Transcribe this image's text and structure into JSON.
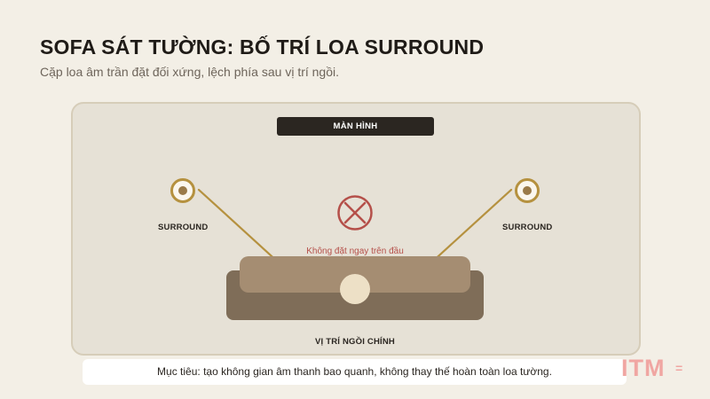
{
  "header": {
    "title": "SOFA SÁT TƯỜNG: BỐ TRÍ LOA SURROUND",
    "subtitle": "Cặp loa âm trần đặt đối xứng, lệch phía sau vị trí ngồi."
  },
  "diagram": {
    "screen_label": "MÀN HÌNH",
    "speakers": [
      {
        "label": "SURROUND",
        "side": "left"
      },
      {
        "label": "SURROUND",
        "side": "right"
      }
    ],
    "warning_text": "Không đặt ngay trên đầu",
    "seat_label": "VỊ TRÍ NGỒI CHÍNH"
  },
  "footer": {
    "goal_text": "Mục tiêu: tạo không gian âm thanh bao quanh, không thay thế hoàn toàn loa tường."
  },
  "watermark": {
    "text": "ITM",
    "mark": "="
  },
  "colors": {
    "background": "#f3efe6",
    "room_fill": "#e6e1d6",
    "room_border": "#d6cdb9",
    "screen_bar": "#2b2621",
    "speaker_ring": "#b5913f",
    "speaker_center": "#9a7a48",
    "sound_line": "#b5913f",
    "warning": "#b5504a",
    "sofa_base": "#7f6d58",
    "sofa_back": "#a58d72",
    "listener": "#ede0c6",
    "watermark": "#f0a6a2"
  },
  "icons": {
    "speaker": "ceiling-speaker-icon",
    "prohibited": "no-overhead-icon",
    "listener": "listener-head-icon"
  }
}
